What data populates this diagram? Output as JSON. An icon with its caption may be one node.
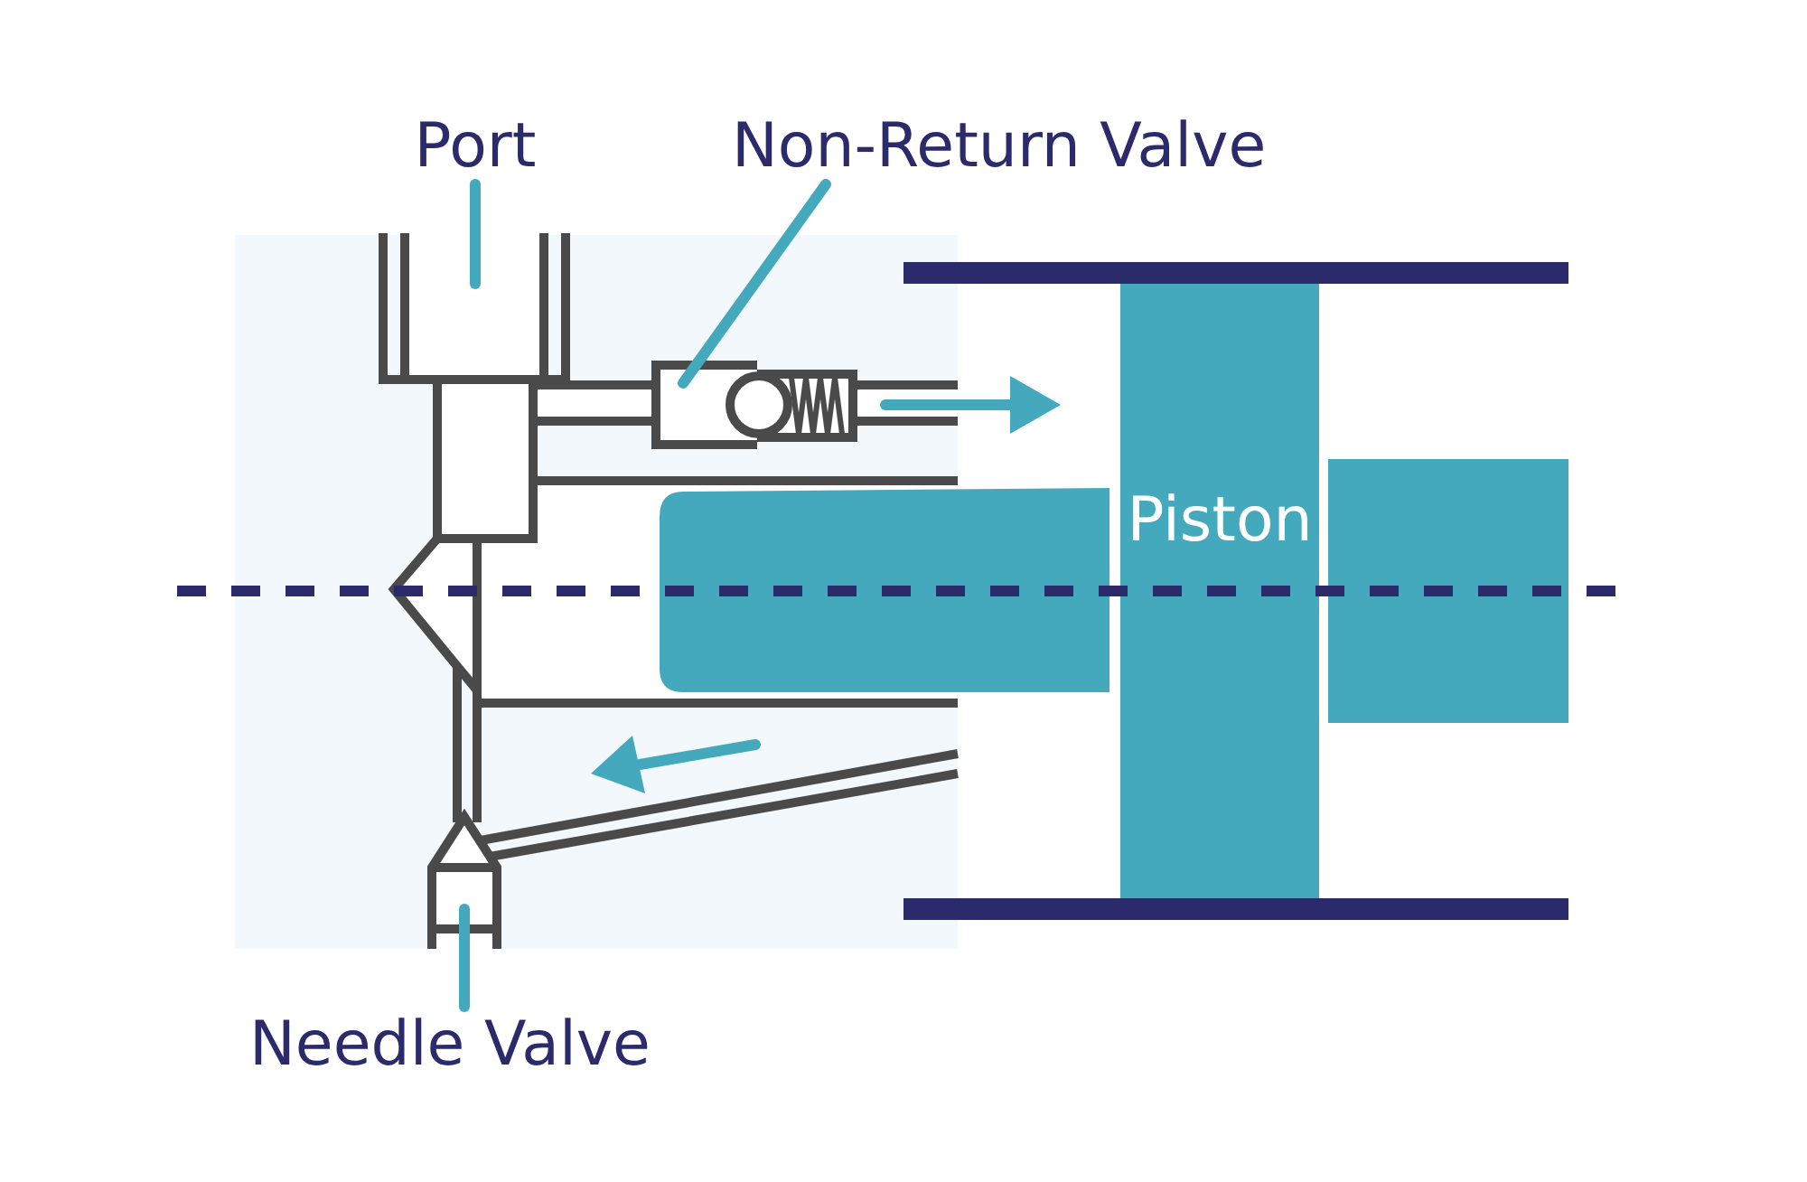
{
  "diagram": {
    "nodes": [
      {
        "text": [
          "Port"
        ]
      },
      {
        "text": [],
        "shape": "picture"
      },
      {
        "text": [
          "Non-Return Valve"
        ]
      },
      {
        "text": [],
        "shape": "picture"
      },
      {
        "text": [
          "Piston"
        ]
      },
      {
        "text": [
          "Needle Valve"
        ]
      },
      {
        "text": [],
        "shape": "picture"
      }
    ],
    "edges": [
      {
        "from": 0,
        "to": 1,
        "arrow": "none"
      },
      {
        "from": 2,
        "to": 3,
        "arrow": "none"
      },
      {
        "from": 5,
        "to": 6,
        "arrow": "none"
      }
    ]
  }
}
